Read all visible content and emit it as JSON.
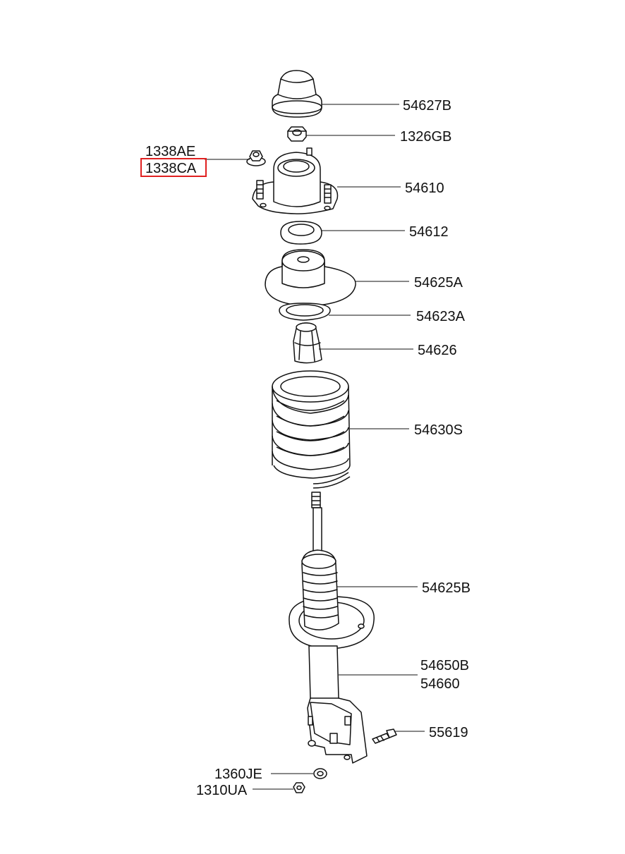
{
  "diagram": {
    "highlight_color": "#e02020",
    "line_color": "#111111",
    "callouts": [
      {
        "id": "cap",
        "text": "54627B"
      },
      {
        "id": "nut-top",
        "text": "1326GB"
      },
      {
        "id": "nut-side-a",
        "text": "1338AE"
      },
      {
        "id": "nut-side-b",
        "text": "1338CA",
        "highlighted": true
      },
      {
        "id": "mount",
        "text": "54610"
      },
      {
        "id": "bearing",
        "text": "54612"
      },
      {
        "id": "seat-upper",
        "text": "54625A"
      },
      {
        "id": "pad",
        "text": "54623A"
      },
      {
        "id": "bumper",
        "text": "54626"
      },
      {
        "id": "spring",
        "text": "54630S"
      },
      {
        "id": "seat-lower",
        "text": "54625B"
      },
      {
        "id": "strut-a",
        "text": "54650B"
      },
      {
        "id": "strut-b",
        "text": "54660"
      },
      {
        "id": "bolt",
        "text": "55619"
      },
      {
        "id": "washer",
        "text": "1360JE"
      },
      {
        "id": "nut-bottom",
        "text": "1310UA"
      }
    ]
  }
}
